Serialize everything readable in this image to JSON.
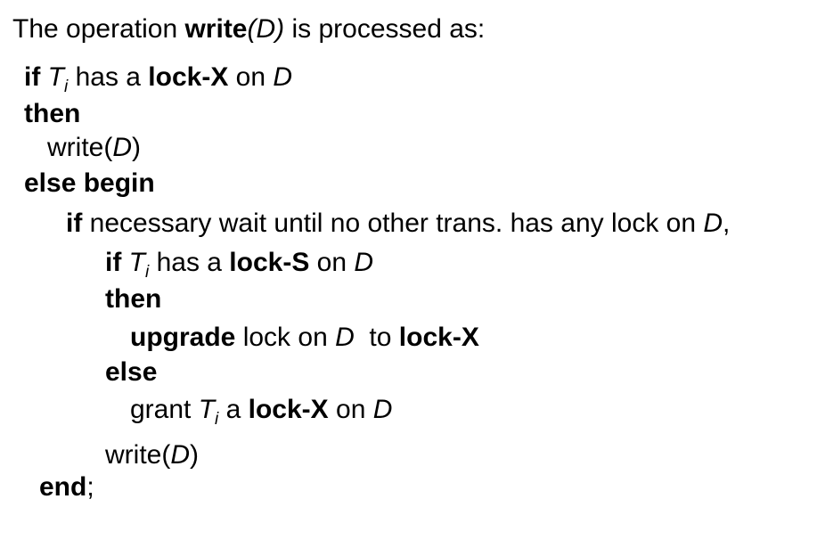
{
  "heading": {
    "prefix": "The operation ",
    "op_bold": "write",
    "op_arg": "(D)",
    "suffix": " is processed as:"
  },
  "lines": {
    "l1": {
      "kw": "if",
      "T": "T",
      "i": "i",
      "t1": " has a ",
      "bold": "lock-X",
      "t2": " on ",
      "D": "D"
    },
    "l2": {
      "kw": "then"
    },
    "l3": {
      "t1": "write(",
      "D": "D",
      "t2": ")"
    },
    "l4": {
      "kw": "else begin"
    },
    "l5": {
      "kw": "if",
      "t1": " necessary wait until no other trans. has any lock on ",
      "D": "D",
      "t2": ","
    },
    "l6": {
      "kw": "if",
      "T": "T",
      "i": "i",
      "t1": " has a ",
      "bold": "lock-S",
      "t2": " on ",
      "D": "D"
    },
    "l7": {
      "kw": "then"
    },
    "l8": {
      "bold1": "upgrade",
      "t1": " lock on ",
      "D": "D",
      "t2": "  to ",
      "bold2": "lock-X"
    },
    "l9": {
      "kw": "else"
    },
    "l10": {
      "t1": "grant ",
      "T": "T",
      "i": "i",
      "t2": " a ",
      "bold": "lock-X",
      "t3": " on ",
      "D": "D"
    },
    "l11": {
      "t1": "write(",
      "D": "D",
      "t2": ")"
    },
    "l12": {
      "kw": "end",
      "t1": ";"
    }
  }
}
